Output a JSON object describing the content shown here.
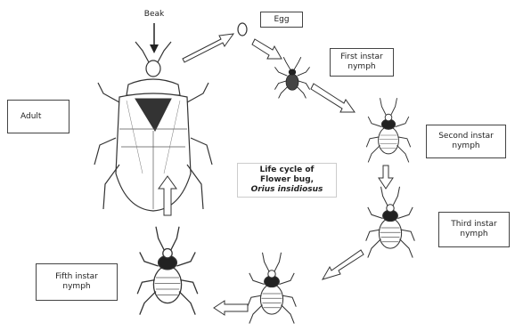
{
  "labels": {
    "beak": "Beak",
    "egg": "Egg",
    "first_instar": [
      "First instar",
      "nymph"
    ],
    "second_instar": [
      "Second instar",
      "nymph"
    ],
    "third_instar": [
      "Third instar",
      "nymph"
    ],
    "fifth_instar": [
      "Fifth instar",
      "nymph"
    ],
    "adult": "Adult"
  },
  "center_title": {
    "line1": "Life cycle of",
    "line2": "Flower bug,",
    "species": "Orius insidiosus"
  },
  "colors": {
    "line": "#333333",
    "arrow_fill": "#ffffff"
  }
}
